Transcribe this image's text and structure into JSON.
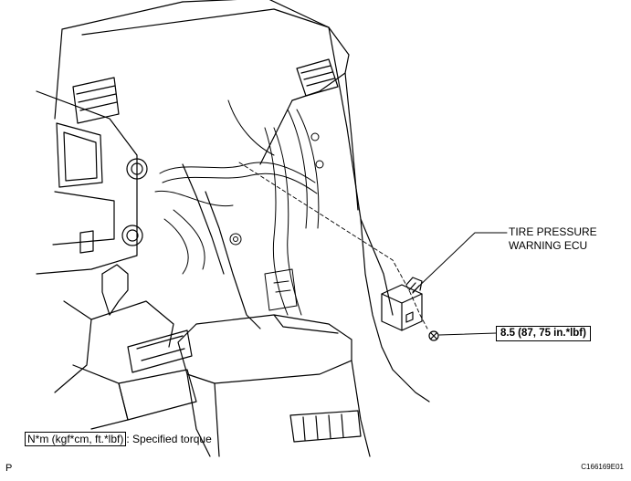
{
  "labels": {
    "ecu_line1": "TIRE PRESSURE",
    "ecu_line2": "WARNING ECU",
    "torque_value": "8.5 (87, 75 in.*lbf)"
  },
  "legend": {
    "unit": "N*m (kgf*cm, ft.*lbf)",
    "description": ": Specified torque"
  },
  "footer": {
    "page_letter": "P",
    "figure_code": "C166169E01"
  }
}
